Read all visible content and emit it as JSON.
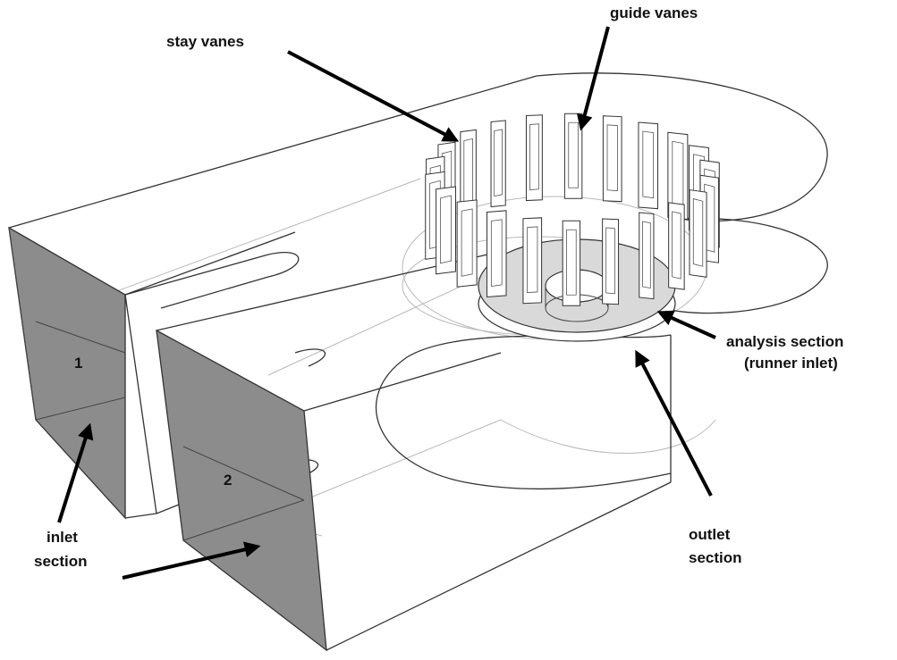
{
  "labels": {
    "stay_vanes": "stay vanes",
    "guide_vanes": "guide vanes",
    "analysis_section_line1": "analysis section",
    "analysis_section_line2": "(runner inlet)",
    "outlet_section_line1": "outlet",
    "outlet_section_line2": "section",
    "inlet_section_line1": "inlet",
    "inlet_section_line2": "section"
  },
  "section_numbers": {
    "inlet_1": "1",
    "inlet_2": "2"
  },
  "colors": {
    "inlet_face": "#8c8c8c",
    "analysis_ring": "#d9d9d9",
    "line": "#333333",
    "background": "#ffffff"
  }
}
